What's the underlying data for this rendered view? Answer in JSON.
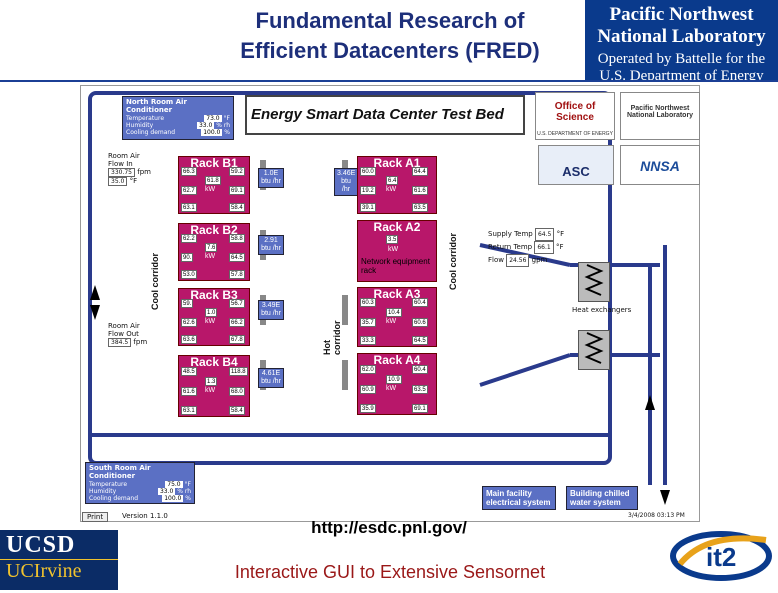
{
  "header": {
    "title_line1": "Fundamental Research of",
    "title_line2": "Efficient Datacenters (FRED)",
    "org_line1": "Pacific Northwest",
    "org_line2": "National Laboratory",
    "org_line3": "Operated by Battelle for the",
    "org_line4": "U.S. Department of Energy"
  },
  "testbed": {
    "title": "Energy Smart Data Center Test Bed",
    "version": "Version 1.1.0",
    "print_label": "Print",
    "timestamp": "3/4/2008 03:13 PM",
    "north_ac": {
      "title": "North Room Air Conditioner",
      "temp_label": "Temperature",
      "temp_value": "73.0",
      "temp_unit": "°F",
      "humidity_label": "Humidity",
      "humidity_value": "33.0",
      "humidity_unit": "% rh",
      "cooling_label": "Cooling demand",
      "cooling_value": "100.0",
      "cooling_unit": "%"
    },
    "south_ac": {
      "title": "South Room Air Conditioner",
      "temp_label": "Temperature",
      "temp_value": "75.0",
      "temp_unit": "°F",
      "humidity_label": "Humidity",
      "humidity_value": "33.0",
      "humidity_unit": "% rh",
      "cooling_label": "Cooling demand",
      "cooling_value": "100.0",
      "cooling_unit": "%"
    },
    "room_air_in": {
      "label1": "Room Air",
      "label2": "Flow In",
      "flow": "330.75",
      "flow_unit": "fpm",
      "temp": "35.0",
      "temp_unit": "°F"
    },
    "room_air_out": {
      "label1": "Room Air",
      "label2": "Flow Out",
      "flow": "384.5",
      "flow_unit": "fpm"
    },
    "cool_corridor_left": "Cool corridor",
    "cool_corridor_right": "Cool corridor",
    "hot_corridor": "Hot corridor",
    "racks": [
      {
        "name": "Rack B1",
        "c": [
          "66.3",
          "59.2",
          "61.8",
          "62.7",
          "69.1",
          "63.1",
          "58.4"
        ],
        "kw": "kW",
        "btu": "1.0E",
        "btu_unit": "btu /hr"
      },
      {
        "name": "Rack B2",
        "c": [
          "62.2",
          "58.8",
          "7.6",
          "90.",
          "64.5",
          "53.0",
          "57.8"
        ],
        "kw": "kW",
        "btu": "2.91",
        "btu_unit": "btu /hr"
      },
      {
        "name": "Rack B3",
        "c": [
          "59.",
          "56.7",
          "1.0",
          "62.6",
          "66.2",
          "63.6",
          "67.8"
        ],
        "kw": "kW",
        "btu": "3.49E",
        "btu_unit": "btu /hr"
      },
      {
        "name": "Rack B4",
        "c": [
          "48.5",
          "118.8",
          "1.3",
          "61.6",
          "68.0",
          "63.1",
          "58.4"
        ],
        "kw": "kW",
        "btu": "4.61E",
        "btu_unit": "btu /hr"
      },
      {
        "name": "Rack A1",
        "c": [
          "60.0",
          "64.4",
          "6.4",
          "19.2",
          "61.6",
          "39.1",
          "63.5"
        ],
        "kw": "kW",
        "btu": "3.46E",
        "btu_unit": "btu /hr"
      },
      {
        "name": "Rack A2",
        "c": [
          "3.5"
        ],
        "kw": "kW",
        "note": "Network equipment rack"
      },
      {
        "name": "Rack A3",
        "c": [
          "60.3",
          "60.4",
          "10.4",
          "35.7",
          "60.6",
          "33.3",
          "64.5"
        ],
        "kw": "kW"
      },
      {
        "name": "Rack A4",
        "c": [
          "62.0",
          "60.4",
          "10.9",
          "60.9",
          "63.5",
          "35.9",
          "69.1"
        ],
        "kw": "kW"
      }
    ],
    "supply": {
      "supply_label": "Supply Temp",
      "supply_value": "64.5",
      "supply_unit": "°F",
      "return_label": "Return Temp",
      "return_value": "66.1",
      "return_unit": "°F",
      "flow_label": "Flow",
      "flow_value": "24.56",
      "flow_unit": "gpm"
    },
    "heat_exchangers": "Heat exchangers",
    "main_facility": "Main facility electrical system",
    "chilled_water": "Building chilled water system"
  },
  "logos": {
    "office_of_science": "Office of Science",
    "us_doe": "U.S. DEPARTMENT OF ENERGY",
    "pnnl_small": "Pacific Northwest National Laboratory",
    "nnsa": "NNSA",
    "asc": "ASC"
  },
  "url": "http://esdc.pnl.gov/",
  "footer": "Interactive GUI to Extensive Sensornet",
  "ucsd": {
    "line1": "UCSD",
    "line2": "UCIrvine"
  },
  "it2": "it2",
  "colors": {
    "rack": "#b8176a",
    "ac": "#5b70c4",
    "pipe": "#2a3a8c",
    "title": "#1d2f7a",
    "footer": "#9a1818"
  }
}
